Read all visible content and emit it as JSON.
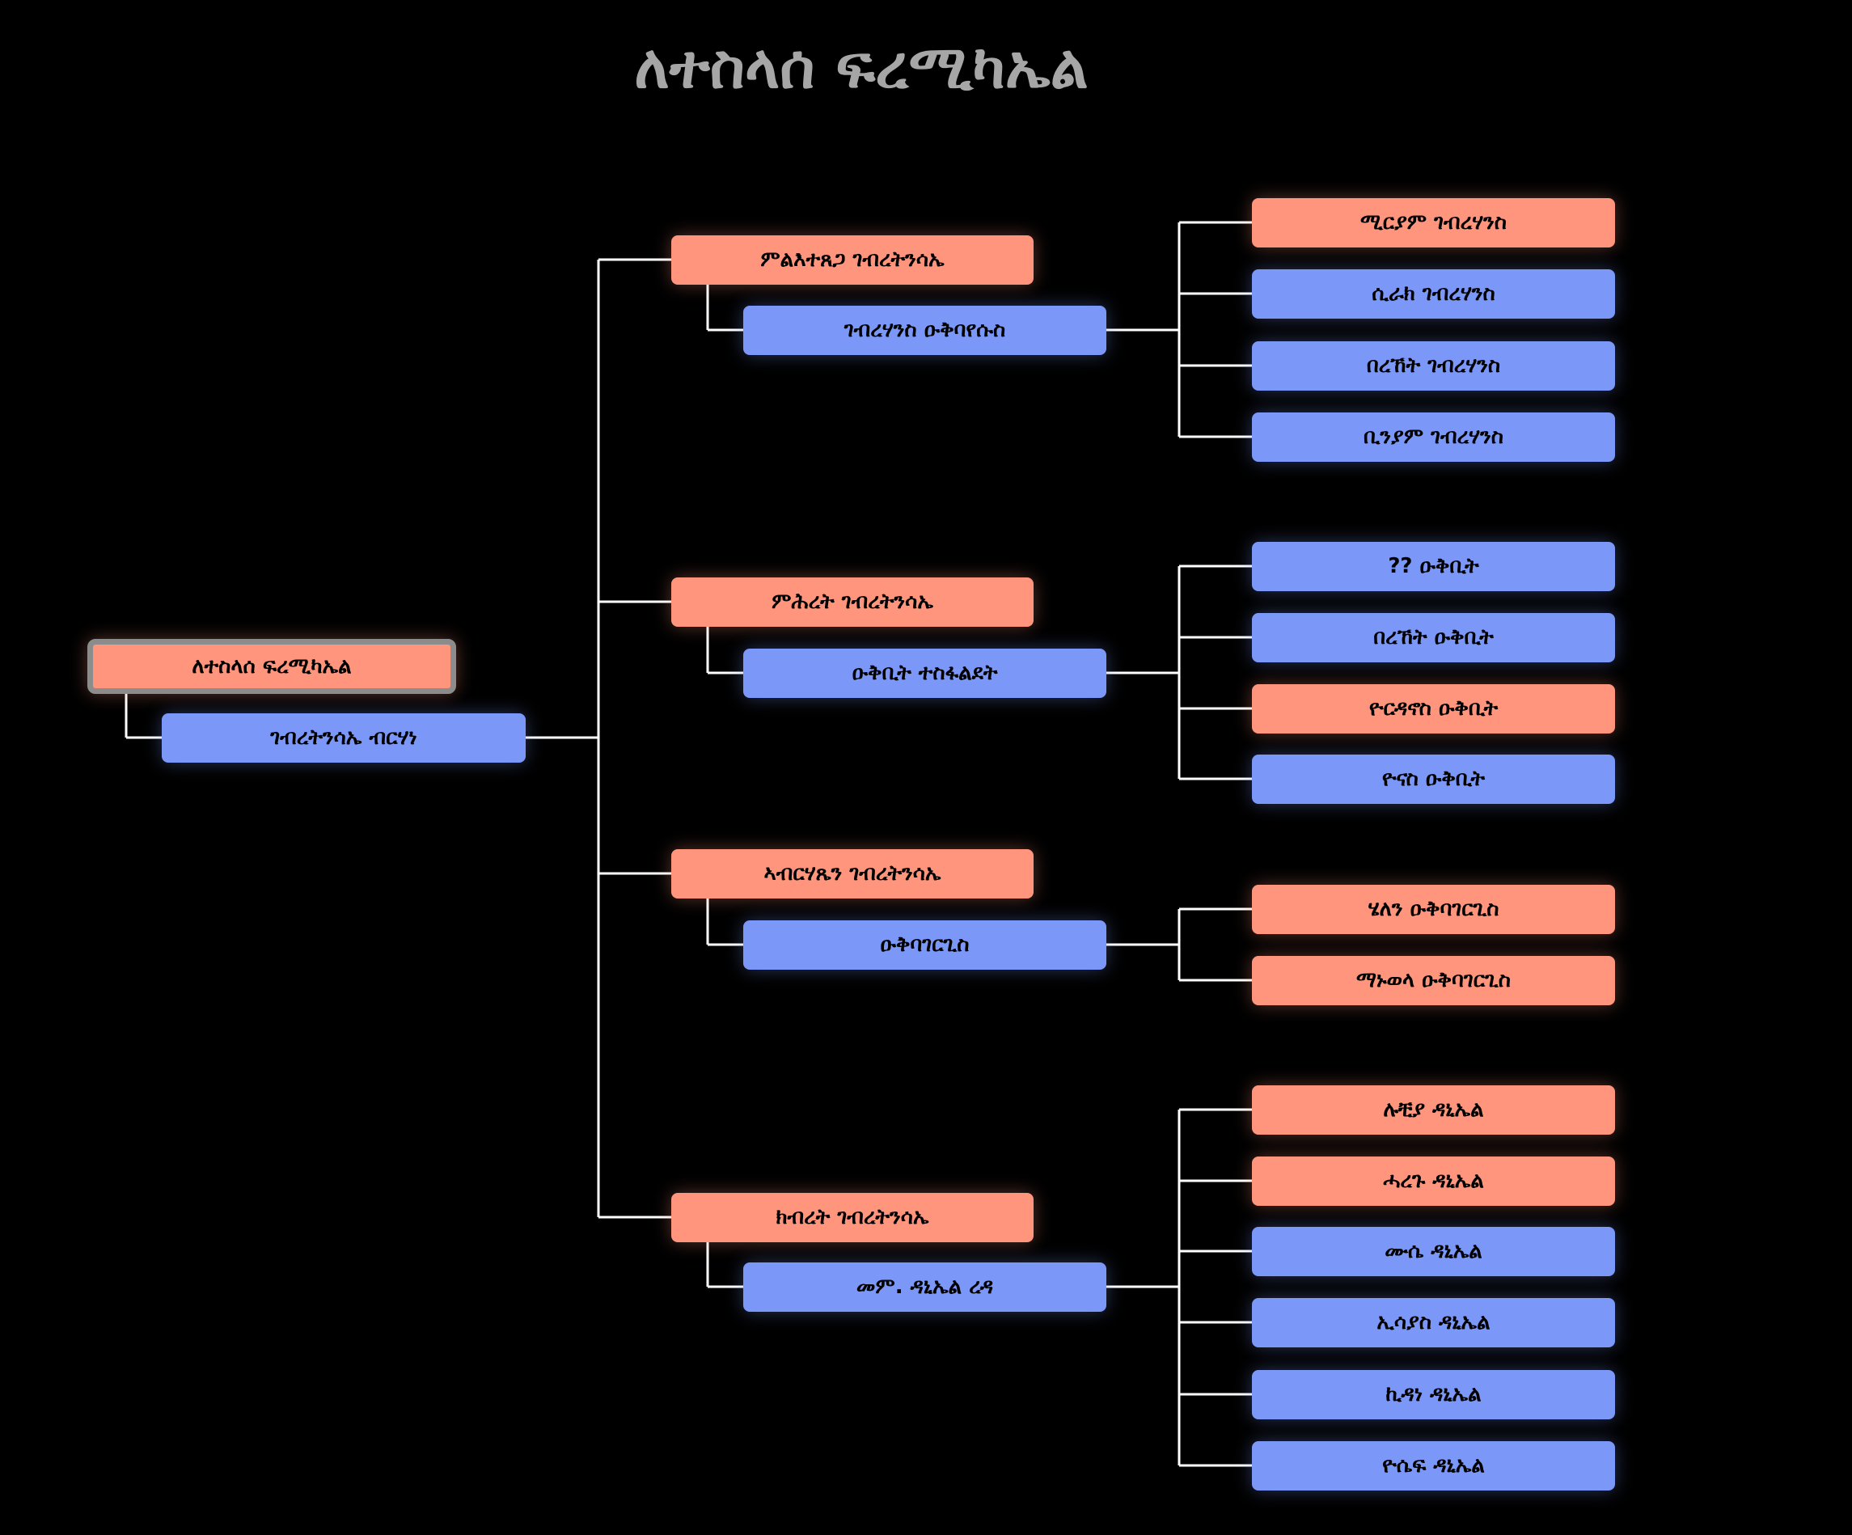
{
  "title": "ለተስላሰ ፍረሚካኤል",
  "colors": {
    "orange": "#ff957c",
    "blue": "#7b98f8",
    "background": "#000000",
    "title": "#a6a6a6"
  },
  "root": {
    "name": "ለተስላሰ ፍረሚካኤል",
    "spouse": "ገብረትንሳኤ ብርሃነ"
  },
  "children": [
    {
      "name": "ምልእተጸጋ ገብረትንሳኤ",
      "spouse": "ገብረሃንስ ዑቅባየሱስ",
      "kids": [
        {
          "name": "ሚርያም ገብረሃንስ",
          "color": "orange"
        },
        {
          "name": "ሲራክ ገብረሃንስ",
          "color": "blue"
        },
        {
          "name": "በረኸት ገብረሃንስ",
          "color": "blue"
        },
        {
          "name": "ቢንያም ገብረሃንስ",
          "color": "blue"
        }
      ]
    },
    {
      "name": "ምሕረት ገብረትንሳኤ",
      "spouse": "ዑቅቢት ተስፋልደት",
      "kids": [
        {
          "name": "?? ዑቅቢት",
          "color": "blue"
        },
        {
          "name": "በረኸት ዑቅቢት",
          "color": "blue"
        },
        {
          "name": "ዮርዳኖስ ዑቅቢት",
          "color": "orange"
        },
        {
          "name": "ዮናስ ዑቅቢት",
          "color": "blue"
        }
      ]
    },
    {
      "name": "ኣብርሃጼን ገብረትንሳኤ",
      "spouse": "ዑቅባገርጊስ",
      "kids": [
        {
          "name": "ሄለን ዑቅባገርጊስ",
          "color": "orange"
        },
        {
          "name": "ማኑወላ ዑቅባገርጊስ",
          "color": "orange"
        }
      ]
    },
    {
      "name": "ክብረት ገብረትንሳኤ",
      "spouse": "መም. ዳኒኤል ረዳ",
      "kids": [
        {
          "name": "ሉቺያ ዳኒኤል",
          "color": "orange"
        },
        {
          "name": "ሓረጉ ዳኒኤል",
          "color": "orange"
        },
        {
          "name": "ሙሴ ዳኒኤል",
          "color": "blue"
        },
        {
          "name": "ኢሳያስ ዳኒኤል",
          "color": "blue"
        },
        {
          "name": "ኪዳነ ዳኒኤል",
          "color": "blue"
        },
        {
          "name": "ዮሴፍ ዳኒኤል",
          "color": "blue"
        }
      ]
    }
  ]
}
